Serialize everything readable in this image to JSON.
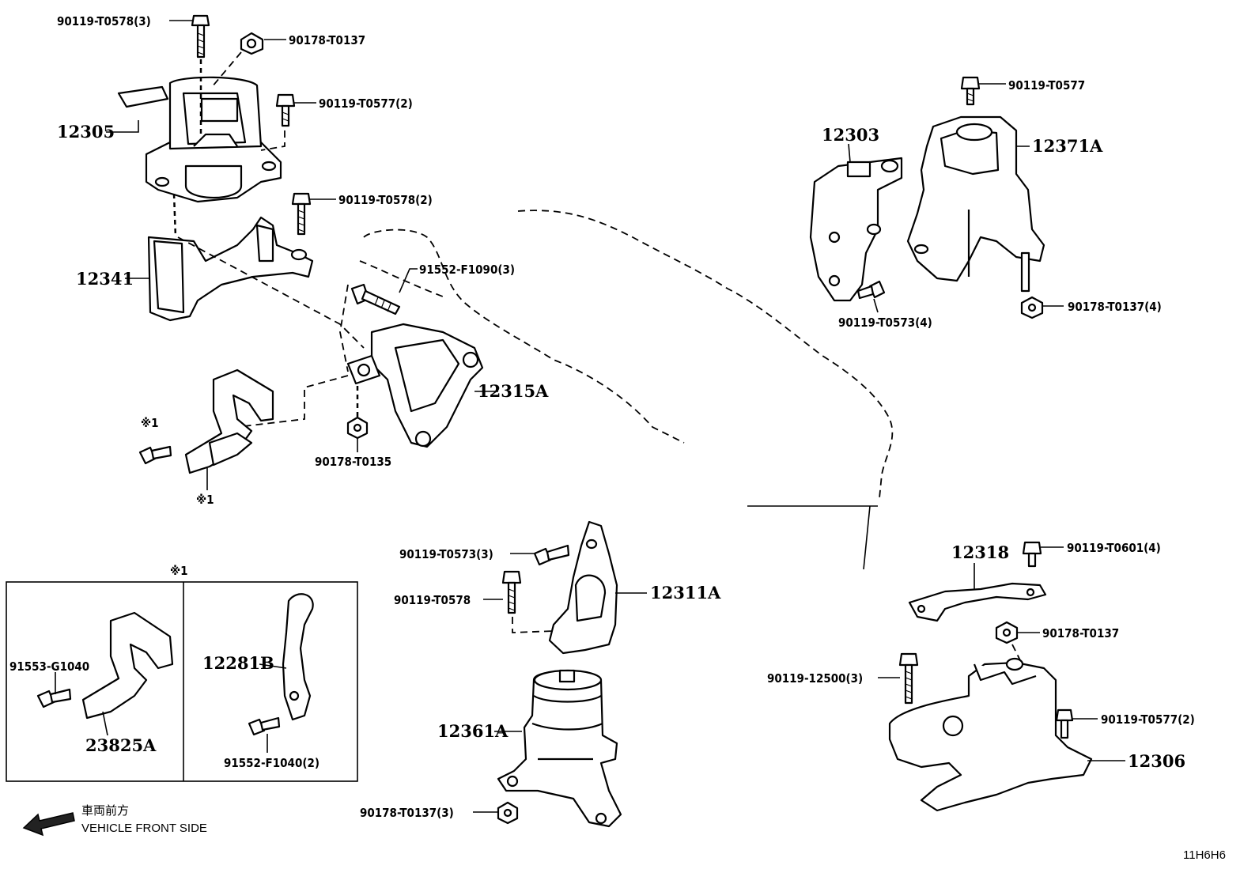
{
  "labels": {
    "p_90119_T0578_3": "90119-T0578(3)",
    "p_90178_T0137_a": "90178-T0137",
    "p_90119_T0577_2_a": "90119-T0577(2)",
    "p_12305": "12305",
    "p_90119_T0578_2": "90119-T0578(2)",
    "p_12341": "12341",
    "p_91552_F1090_3": "91552-F1090(3)",
    "p_12315A": "12315A",
    "p_90178_T0135": "90178-T0135",
    "p_ref1_a": "※1",
    "p_ref1_b": "※1",
    "p_ref1_c": "※1",
    "p_91553_G1040": "91553-G1040",
    "p_23825A": "23825A",
    "p_12281B": "12281B",
    "p_91552_F1040_2": "91552-F1040(2)",
    "p_90119_T0577": "90119-T0577",
    "p_12303": "12303",
    "p_12371A": "12371A",
    "p_90119_T0573_4": "90119-T0573(4)",
    "p_90178_T0137_4": "90178-T0137(4)",
    "p_90119_T0573_3": "90119-T0573(3)",
    "p_90119_T0578_b": "90119-T0578",
    "p_12311A": "12311A",
    "p_12361A": "12361A",
    "p_90178_T0137_3": "90178-T0137(3)",
    "p_12318": "12318",
    "p_90119_T0601_4": "90119-T0601(4)",
    "p_90178_T0137_b": "90178-T0137",
    "p_90119_12500_3": "90119-12500(3)",
    "p_90119_T0577_2_b": "90119-T0577(2)",
    "p_12306": "12306"
  },
  "direction": {
    "japanese": "車両前方",
    "english": "VEHICLE FRONT SIDE"
  },
  "diagram_code": "11H6H6"
}
